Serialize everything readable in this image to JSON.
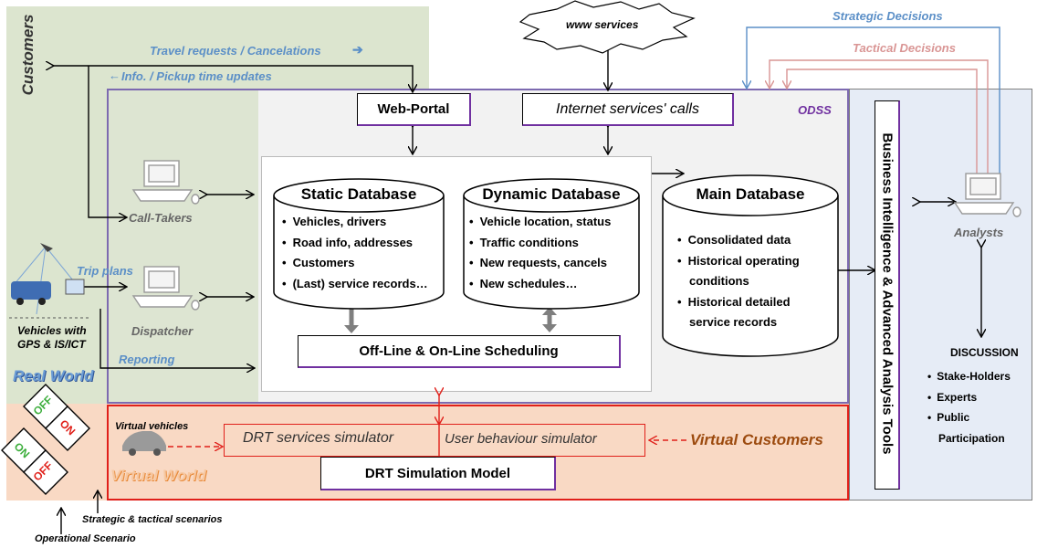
{
  "customers": {
    "title": "Customers",
    "travel_requests": "Travel requests / Cancelations",
    "info_updates": "Info. / Pickup time updates"
  },
  "www_services": "www services",
  "strategic_decisions": "Strategic Decisions",
  "tactical_decisions": "Tactical Decisions",
  "odss_label": "ODSS",
  "web_portal": "Web-Portal",
  "internet_calls": "Internet services' calls",
  "call_takers": "Call-Takers",
  "dispatcher": "Dispatcher",
  "trip_plans": "Trip plans",
  "vehicles_line1": "Vehicles with",
  "vehicles_line2": "GPS & IS/ICT",
  "reporting": "Reporting",
  "real_world": "Real World",
  "static_db": {
    "title": "Static Database",
    "items": [
      "Vehicles, drivers",
      "Road info, addresses",
      "Customers",
      "(Last) service records…"
    ]
  },
  "dynamic_db": {
    "title": "Dynamic Database",
    "items": [
      "Vehicle location, status",
      "Traffic conditions",
      "New requests, cancels",
      "New schedules…"
    ]
  },
  "main_db": {
    "title": "Main Database",
    "items": [
      "Consolidated data",
      "Historical operating conditions",
      "Historical detailed service records"
    ]
  },
  "scheduling": "Off-Line & On-Line Scheduling",
  "bi_tools": "Business Intelligence & Advanced Analysis Tools",
  "analysts": "Analysts",
  "discussion": {
    "title": "DISCUSSION",
    "items": [
      "Stake-Holders",
      "Experts",
      "Public Participation"
    ]
  },
  "virtual_vehicles": "Virtual vehicles",
  "drt_services_sim": "DRT services simulator",
  "user_behaviour_sim": "User behaviour simulator",
  "virtual_customers": "Virtual Customers",
  "drt_sim_model": "DRT Simulation Model",
  "virtual_world": "Virtual World",
  "switches": {
    "off": "OFF",
    "on": "ON"
  },
  "strategic_tactical_scenarios": "Strategic & tactical scenarios",
  "operational_scenario": "Operational Scenario",
  "colors": {
    "accent_blue": "#5b8fc7",
    "odss_purple": "#7030a0",
    "sim_red": "#e0201a",
    "tactical_pink": "#d99594"
  }
}
